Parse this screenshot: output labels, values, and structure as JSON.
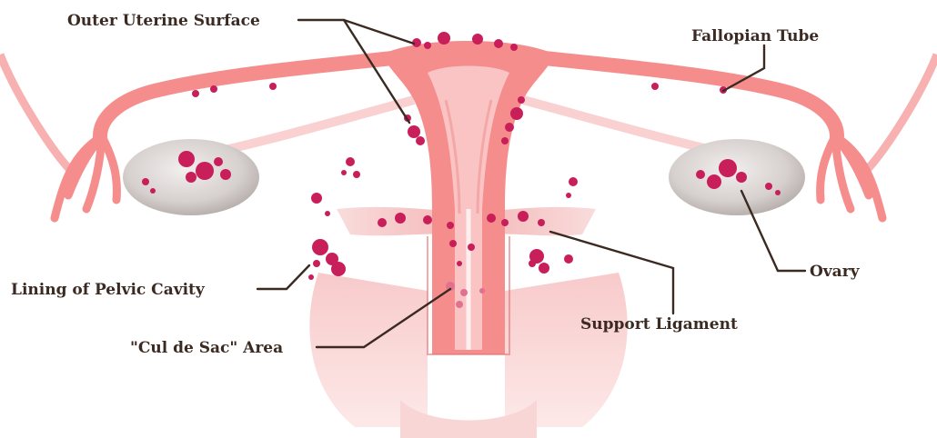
{
  "labels": {
    "outer_uterine_surface": "Outer Uterine Surface",
    "fallopian_tube": "Fallopian Tube",
    "ovary": "Ovary",
    "lining_of_pelvic_cavity": "Lining of Pelvic Cavity",
    "support_ligament": "Support Ligament",
    "cul_de_sac_area": "\"Cul de Sac\" Area"
  },
  "colors": {
    "tissue": "#f58d8d",
    "tissue_dark": "#ea6f72",
    "tissue_light": "#fbd3d3",
    "lesion": "#c81e5a",
    "ovary": "#d9d4d2",
    "text": "#3a2a22"
  }
}
